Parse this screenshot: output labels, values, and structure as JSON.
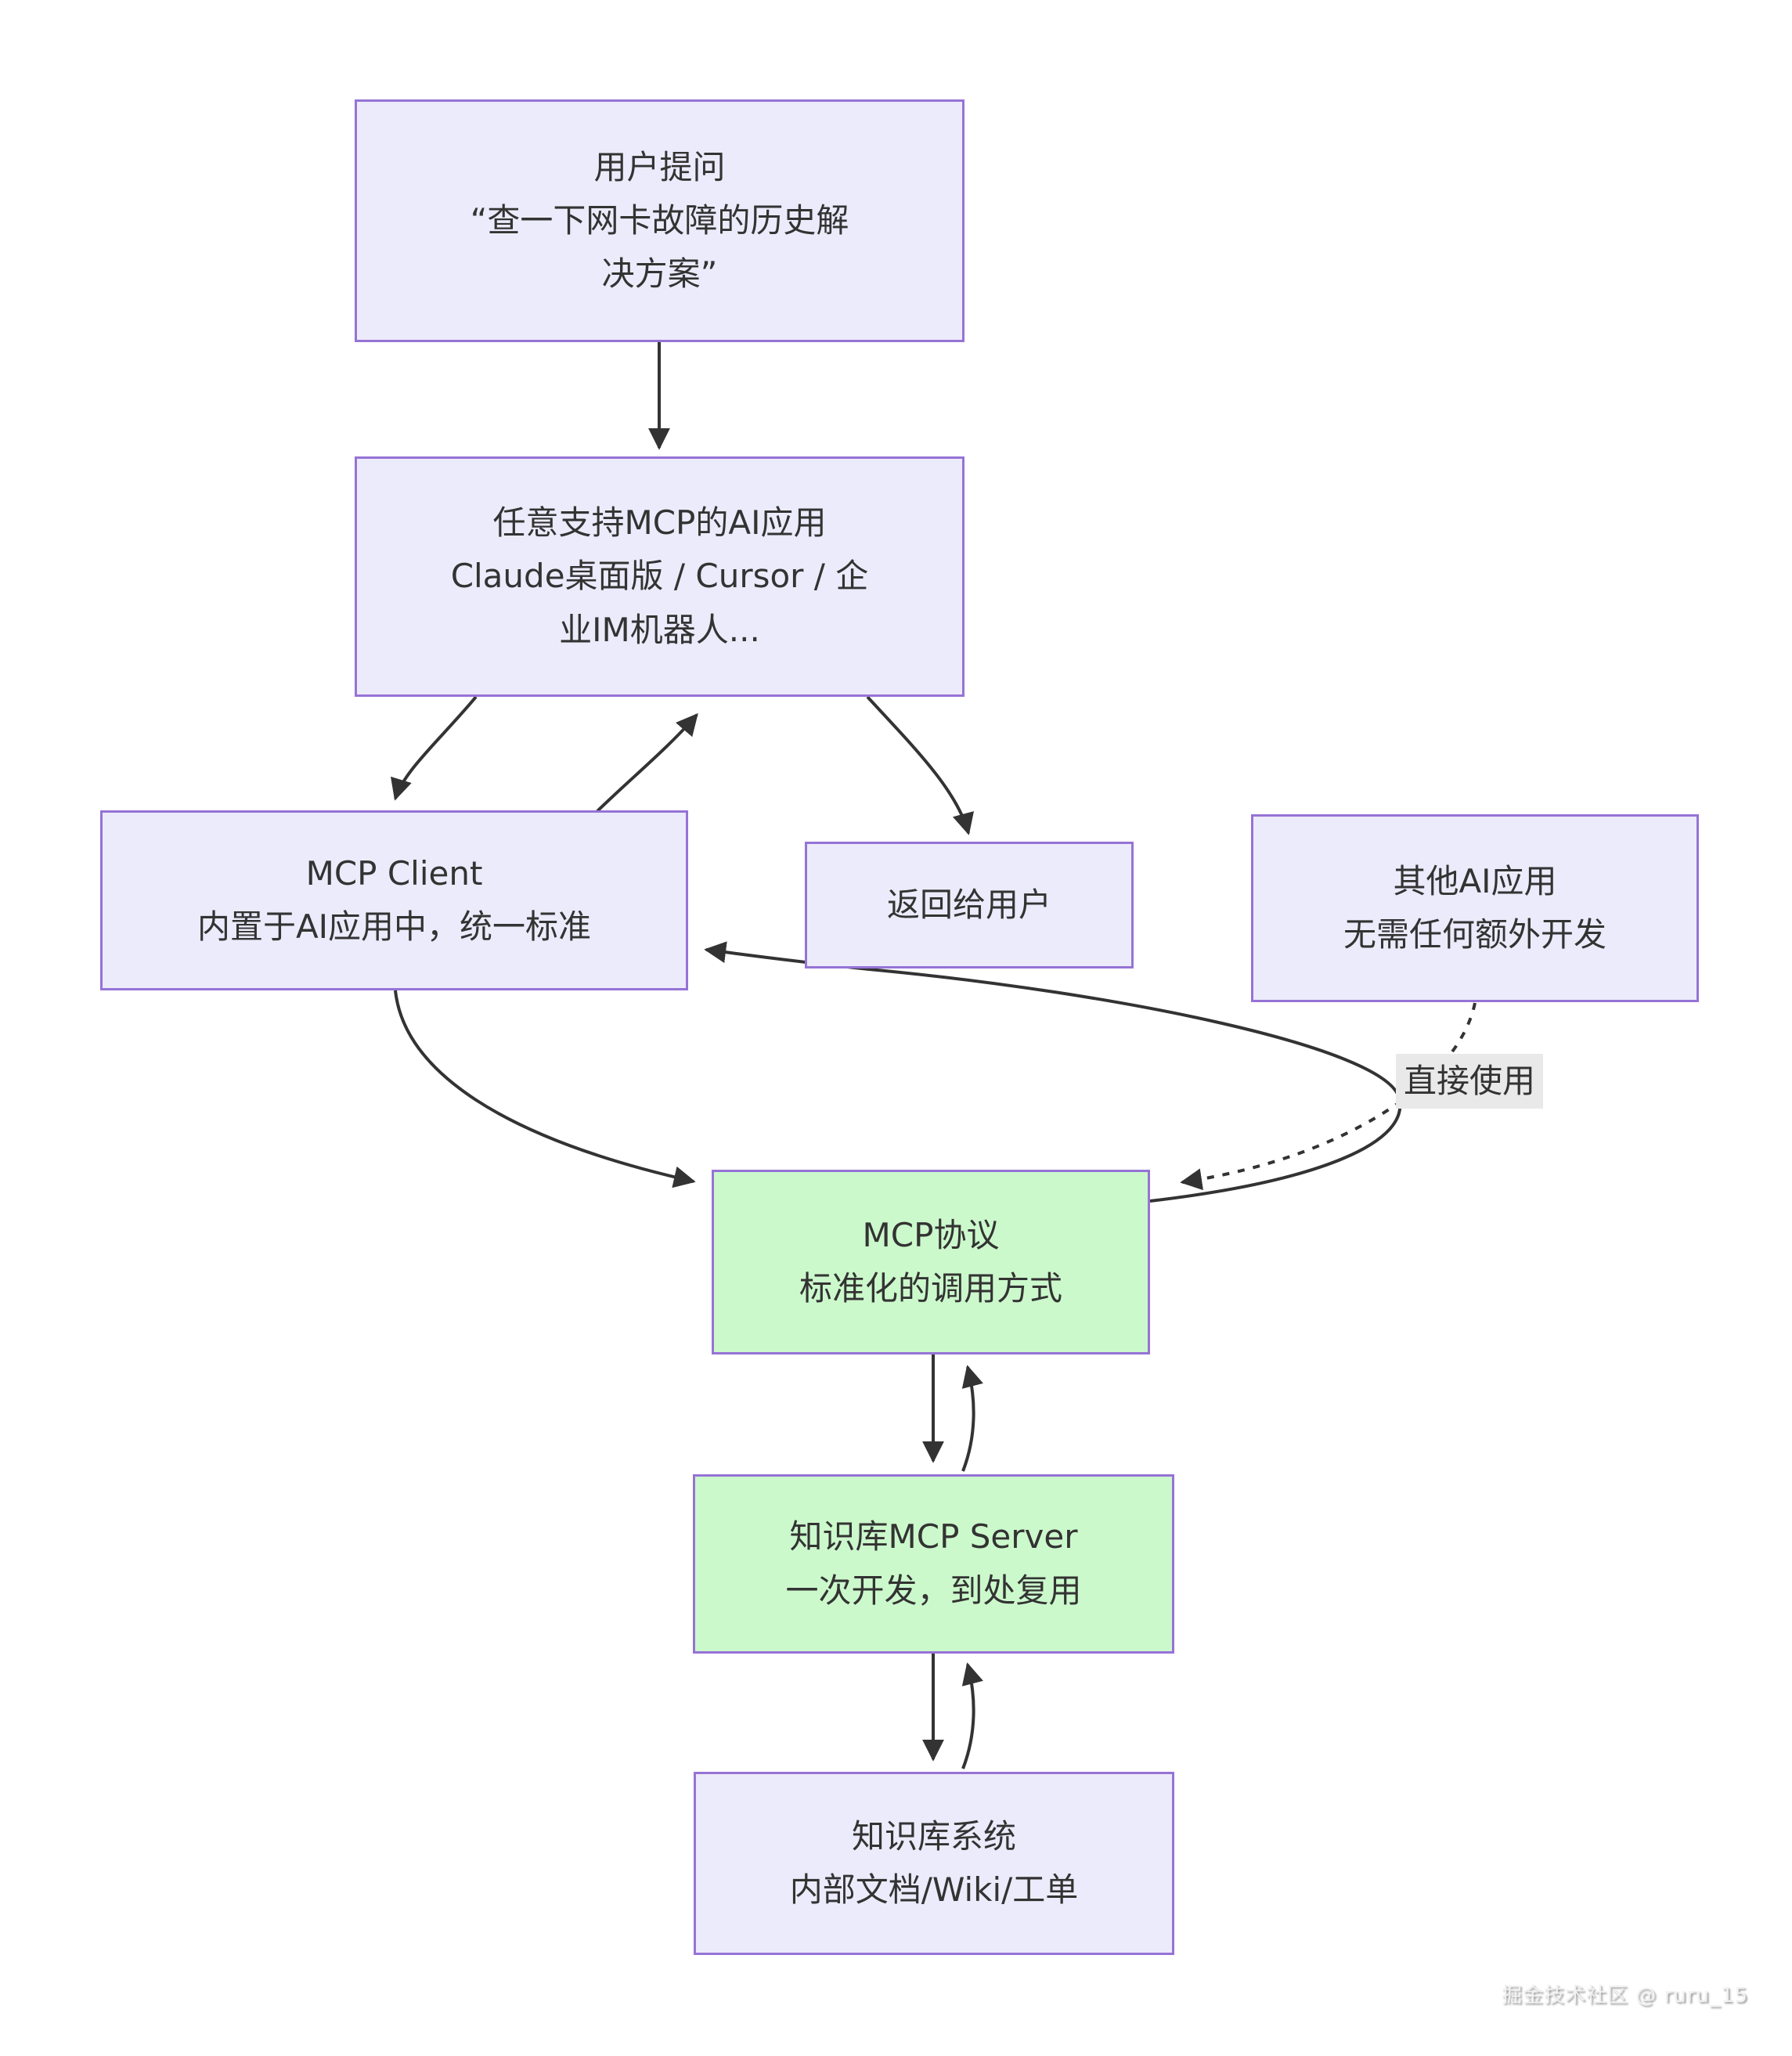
{
  "diagram": {
    "title_hint": "MCP knowledge-base flow diagram",
    "colors": {
      "node_border": "#9673d6",
      "node_fill_purple": "#ecebfb",
      "node_fill_green": "#ccf9cc",
      "edge_stroke": "#333333",
      "edge_label_bg": "#e9e9e9",
      "text": "#333333",
      "background": "#ffffff"
    },
    "nodes": [
      {
        "id": "user-question",
        "fill": "purple",
        "lines": [
          "用户提问",
          "“查一下网卡故障的历史解",
          "决方案”"
        ]
      },
      {
        "id": "ai-app",
        "fill": "purple",
        "lines": [
          "任意支持MCP的AI应用",
          "Claude桌面版 / Cursor / 企",
          "业IM机器人..."
        ]
      },
      {
        "id": "mcp-client",
        "fill": "purple",
        "lines": [
          "MCP Client",
          "内置于AI应用中，统一标准"
        ]
      },
      {
        "id": "return-to-user",
        "fill": "purple",
        "lines": [
          "返回给用户"
        ]
      },
      {
        "id": "other-ai-apps",
        "fill": "purple",
        "lines": [
          "其他AI应用",
          "无需任何额外开发"
        ]
      },
      {
        "id": "mcp-protocol",
        "fill": "green",
        "lines": [
          "MCP协议",
          "标准化的调用方式"
        ]
      },
      {
        "id": "kb-mcp-server",
        "fill": "green",
        "lines": [
          "知识库MCP Server",
          "一次开发，到处复用"
        ]
      },
      {
        "id": "kb-system",
        "fill": "purple",
        "lines": [
          "知识库系统",
          "内部文档/Wiki/工单"
        ]
      }
    ],
    "edges": [
      {
        "from": "user-question",
        "to": "ai-app",
        "style": "solid",
        "label": ""
      },
      {
        "from": "ai-app",
        "to": "mcp-client",
        "style": "solid",
        "label": ""
      },
      {
        "from": "mcp-client",
        "to": "ai-app",
        "style": "solid",
        "label": ""
      },
      {
        "from": "ai-app",
        "to": "return-to-user",
        "style": "solid",
        "label": ""
      },
      {
        "from": "mcp-client",
        "to": "mcp-protocol",
        "style": "solid",
        "label": ""
      },
      {
        "from": "mcp-protocol",
        "to": "mcp-client",
        "style": "solid",
        "label": ""
      },
      {
        "from": "other-ai-apps",
        "to": "mcp-protocol",
        "style": "dotted",
        "label": "直接使用"
      },
      {
        "from": "mcp-protocol",
        "to": "kb-mcp-server",
        "style": "solid",
        "label": ""
      },
      {
        "from": "kb-mcp-server",
        "to": "mcp-protocol",
        "style": "solid",
        "label": ""
      },
      {
        "from": "kb-mcp-server",
        "to": "kb-system",
        "style": "solid",
        "label": ""
      },
      {
        "from": "kb-system",
        "to": "kb-mcp-server",
        "style": "solid",
        "label": ""
      }
    ]
  },
  "watermark": "掘金技术社区 @ ruru_15"
}
